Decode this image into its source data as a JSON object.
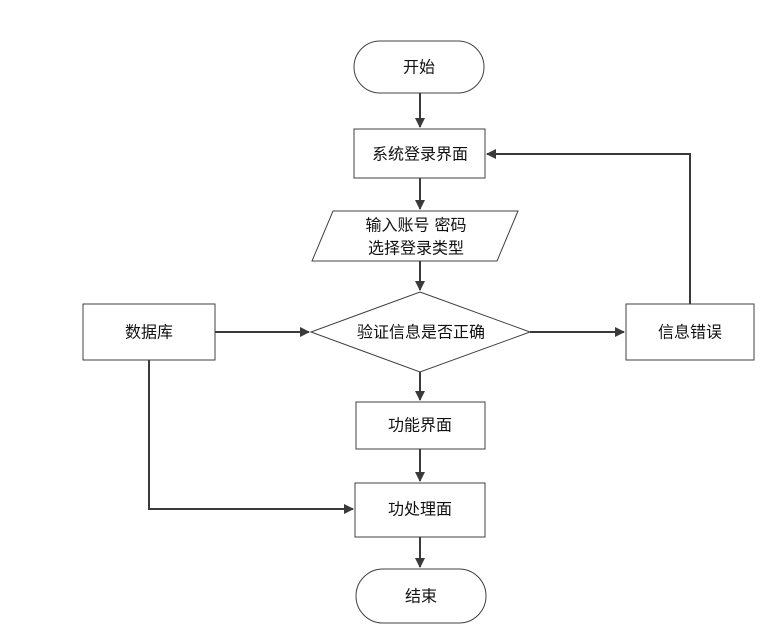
{
  "diagram": {
    "nodes": {
      "start": "开始",
      "login_page": "系统登录界面",
      "input_line1": "输入账号 密码",
      "input_line2": "选择登录类型",
      "decision": "验证信息是否正确",
      "database": "数据库",
      "error": "信息错误",
      "function_page": "功能界面",
      "process_page": "功处理面",
      "end": "结束"
    }
  }
}
